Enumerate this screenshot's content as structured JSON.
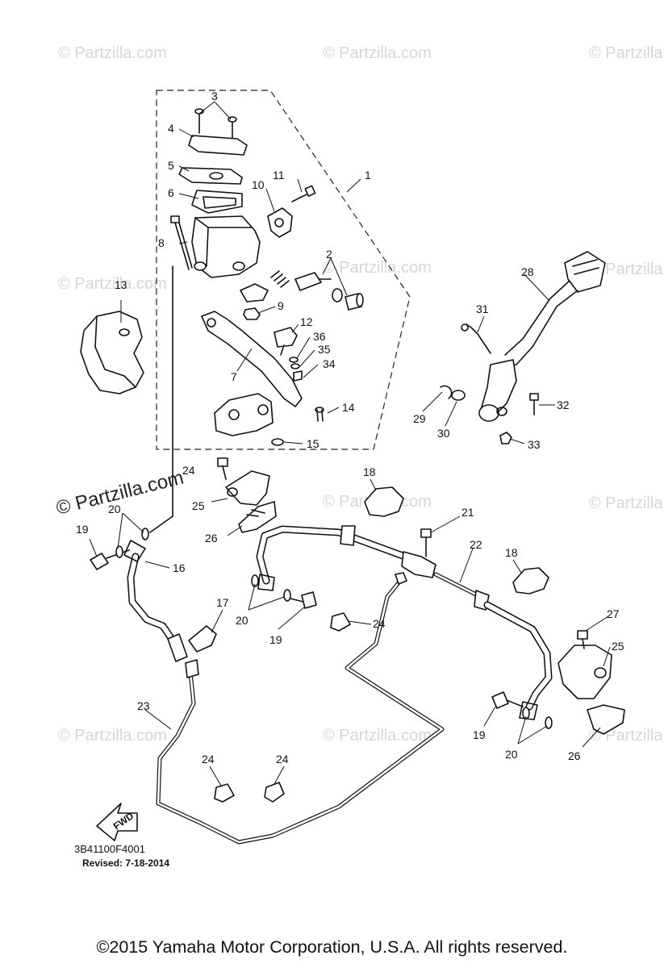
{
  "watermark": {
    "text": "© Partzilla.com",
    "strong_text": "© Partzilla.com"
  },
  "diagram": {
    "code": "3B41100F4001",
    "revised": "Revised: 7-18-2014",
    "fwd_label": "FWD"
  },
  "callouts": [
    "1",
    "2",
    "3",
    "4",
    "5",
    "6",
    "7",
    "8",
    "9",
    "10",
    "11",
    "12",
    "13",
    "14",
    "15",
    "16",
    "17",
    "18",
    "18",
    "19",
    "19",
    "19",
    "20",
    "20",
    "20",
    "21",
    "22",
    "23",
    "24",
    "24",
    "24",
    "24",
    "25",
    "25",
    "26",
    "26",
    "27",
    "28",
    "29",
    "30",
    "31",
    "32",
    "33",
    "34",
    "35",
    "36"
  ],
  "footer": {
    "copyright": "©2015 Yamaha Motor Corporation, U.S.A. All rights reserved."
  }
}
